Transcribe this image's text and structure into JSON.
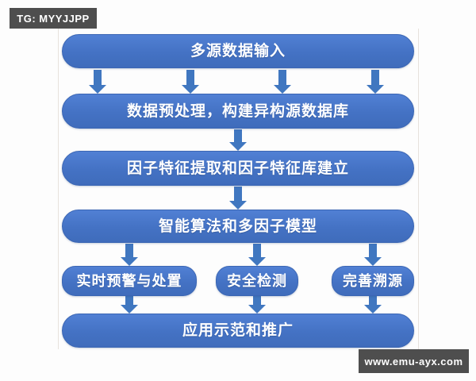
{
  "watermarks": {
    "top_left": "TG: MYYJJPP",
    "bottom_right": "www.emu-ayx.com"
  },
  "colors": {
    "node_fill": "#4472C4",
    "node_fill_light": "#5180D4",
    "node_border": "#3B66B4",
    "arrow": "#4077C0",
    "node_text": "#FFFFFF",
    "background": "#FDFDFD",
    "watermark_bg": "#4E4E4E",
    "rail": "#E7E2DC"
  },
  "diagram": {
    "type": "flowchart",
    "orientation": "top-to-bottom",
    "nodes": [
      {
        "id": "n1",
        "label": "多源数据输入"
      },
      {
        "id": "n2",
        "label": "数据预处理，构建异构源数据库"
      },
      {
        "id": "n3",
        "label": "因子特征提取和因子特征库建立"
      },
      {
        "id": "n4",
        "label": "智能算法和多因子模型"
      },
      {
        "id": "n5a",
        "label": "实时预警与处置"
      },
      {
        "id": "n5b",
        "label": "安全检测"
      },
      {
        "id": "n5c",
        "label": "完善溯源"
      },
      {
        "id": "n6",
        "label": "应用示范和推广"
      }
    ],
    "edges": [
      {
        "from": "n1",
        "to": "n2"
      },
      {
        "from": "n1",
        "to": "n2"
      },
      {
        "from": "n1",
        "to": "n2"
      },
      {
        "from": "n1",
        "to": "n2"
      },
      {
        "from": "n2",
        "to": "n3"
      },
      {
        "from": "n3",
        "to": "n4"
      },
      {
        "from": "n4",
        "to": "n5a"
      },
      {
        "from": "n4",
        "to": "n5b"
      },
      {
        "from": "n4",
        "to": "n5c"
      },
      {
        "from": "n5a",
        "to": "n6"
      },
      {
        "from": "n5b",
        "to": "n6"
      },
      {
        "from": "n5c",
        "to": "n6"
      }
    ]
  }
}
